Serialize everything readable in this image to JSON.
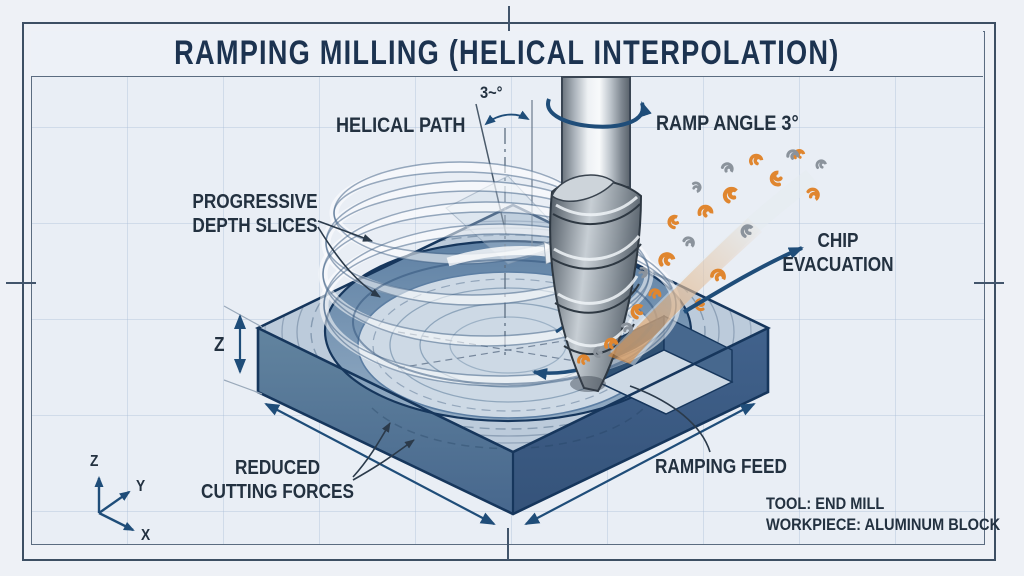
{
  "title": "RAMPING MILLING (HELICAL INTERPOLATION)",
  "annotations": {
    "helical_path": "HELICAL PATH",
    "progressive_depth_slices": [
      "PROGRESSIVE",
      "DEPTH SLICES"
    ],
    "angle_callout": "3~°",
    "ramp_angle": "RAMP ANGLE 3°",
    "chip_evacuation": [
      "CHIP",
      "EVACUATION"
    ],
    "reduced_cutting_forces": [
      "REDUCED",
      "CUTTING FORCES"
    ],
    "ramping_feed": "RAMPING FEED",
    "depth_dimension": "Z"
  },
  "axes_triad": {
    "x": "X",
    "y": "Y",
    "z": "Z"
  },
  "info_block": {
    "tool": "TOOL: END MILL",
    "workpiece": "WORKPIECE: ALUMINUM BLOCK"
  },
  "palette": {
    "bg_page": "#eef1f6",
    "frame_line": "#3d4f63",
    "title_navy": "#1c3350",
    "label_dark": "#233140",
    "arrow_blue": "#1f4d79",
    "navy_outline": "#16365c",
    "block_top": "#bccbdb",
    "block_front_left": "#5d80a4",
    "block_front_right": "#3f608a",
    "pocket_wall": "#7d9ab8",
    "pocket_floor": "#cdd9e5",
    "chip_orange": "#e0862f",
    "chip_gray": "#8b939c"
  }
}
